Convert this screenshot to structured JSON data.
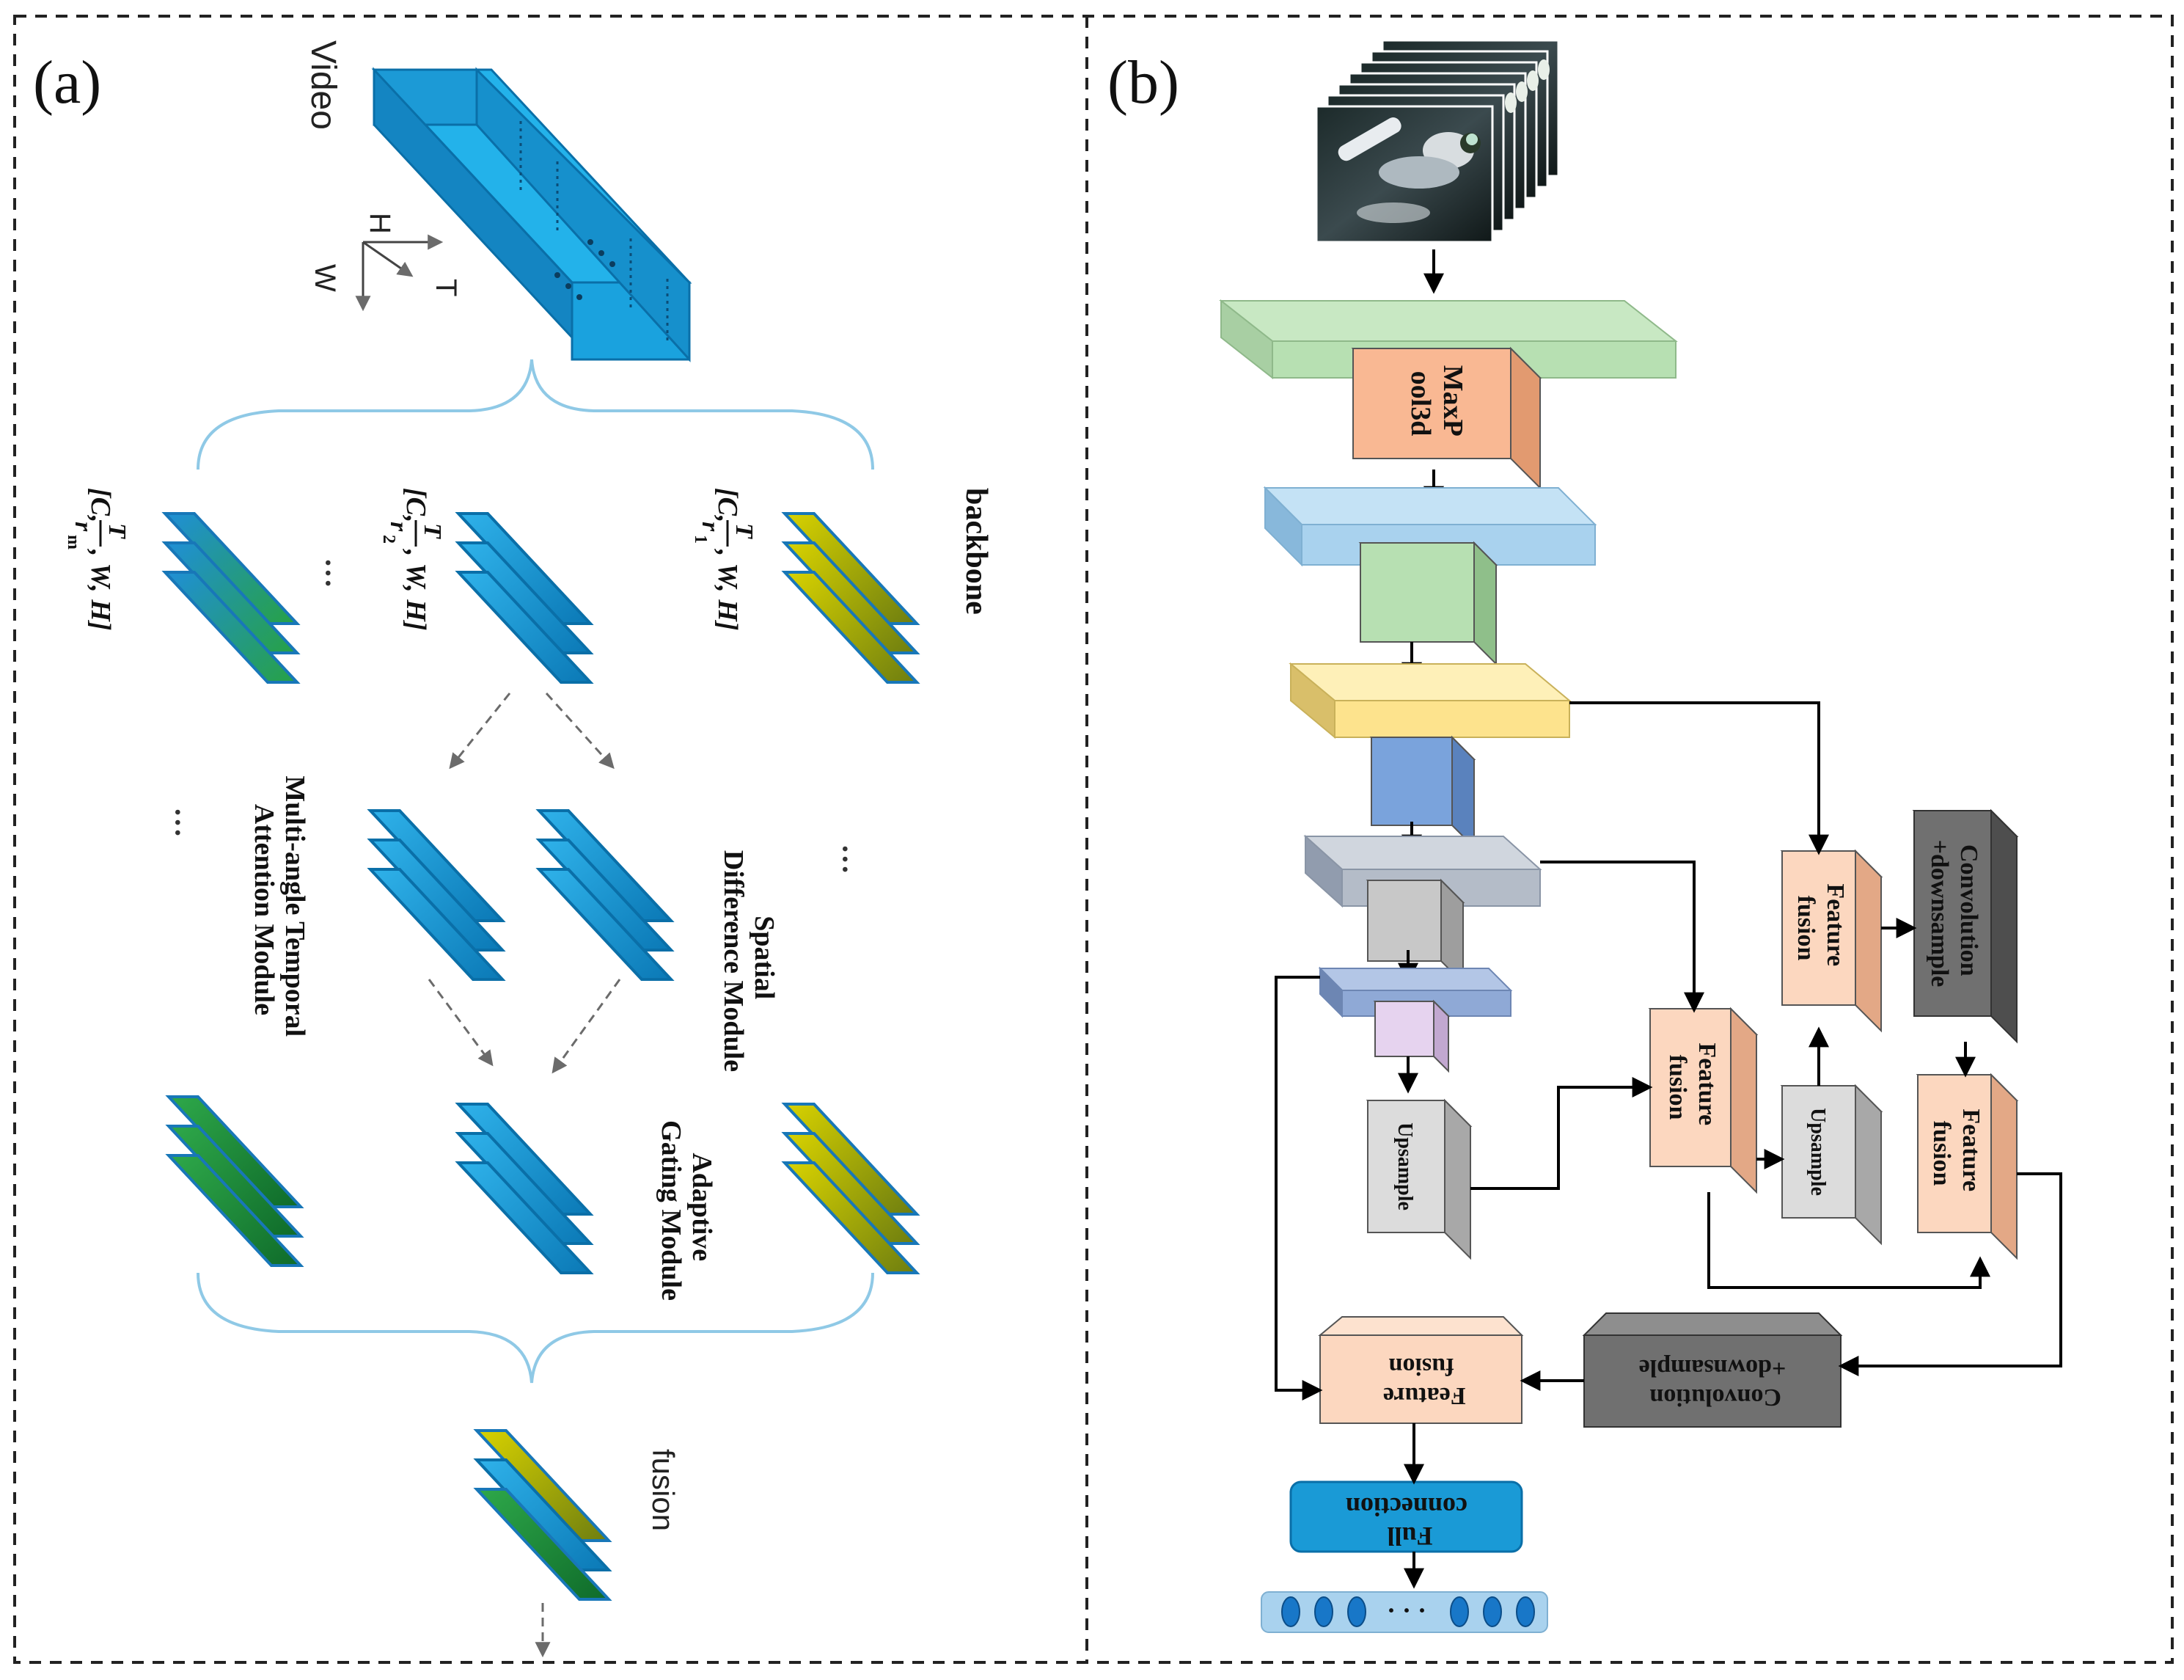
{
  "panels": {
    "a_label": "(a)",
    "b_label": "(b)"
  },
  "panel_a": {
    "video_label": "Video",
    "axes": {
      "h": "H",
      "w": "W",
      "t": "T"
    },
    "backbone_label": "backbone",
    "shape_1": {
      "prefix": "[C,",
      "num": "T",
      "den": "r",
      "sub": "1",
      "suffix": ", W, H]"
    },
    "shape_2": {
      "prefix": "[C,",
      "num": "T",
      "den": "r",
      "sub": "2",
      "suffix": ", W, H]"
    },
    "shape_m": {
      "prefix": "[C,",
      "num": "T",
      "den": "r",
      "sub": "m",
      "suffix": ", W, H]"
    },
    "ellipsis": "...",
    "spatial_module": [
      "Spatial",
      "Difference Module"
    ],
    "temporal_module": [
      "Multi-angle Temporal",
      "Attention Module"
    ],
    "gating_module": [
      "Adaptive",
      "Gating Module"
    ],
    "fusion_label": "fusion"
  },
  "panel_b": {
    "maxpool": [
      "MaxP",
      "ool3d"
    ],
    "feature_fusion": [
      "Feature",
      "fusion"
    ],
    "conv_downsample": [
      "Convolution",
      "+downsample"
    ],
    "upsample": "Upsample",
    "full_connection": [
      "Full",
      "connection"
    ],
    "output_ellipsis": "· · ·"
  },
  "colors": {
    "blue_stack": "#1a9ad6",
    "yellow_stack": "#b7b400",
    "green_stack": "#1f9a3a",
    "curly": "#8fc9e6",
    "green_slab": "#b7e0b2",
    "blue_slab": "#a9d2ee",
    "yellow_slab": "#fde38d",
    "gray_slab": "#b4bcc8",
    "steel_slab": "#8fa9d6",
    "salmon": "#f9b893",
    "peach": "#fcd7bf",
    "light_green_cube": "#b7e0b2",
    "mid_blue_cube": "#7aa3dc",
    "gray_cube": "#c8c8c8",
    "lavender_cube": "#e6d3ef",
    "dark_gray": "#707070",
    "fc_blue": "#1a9ad6"
  }
}
